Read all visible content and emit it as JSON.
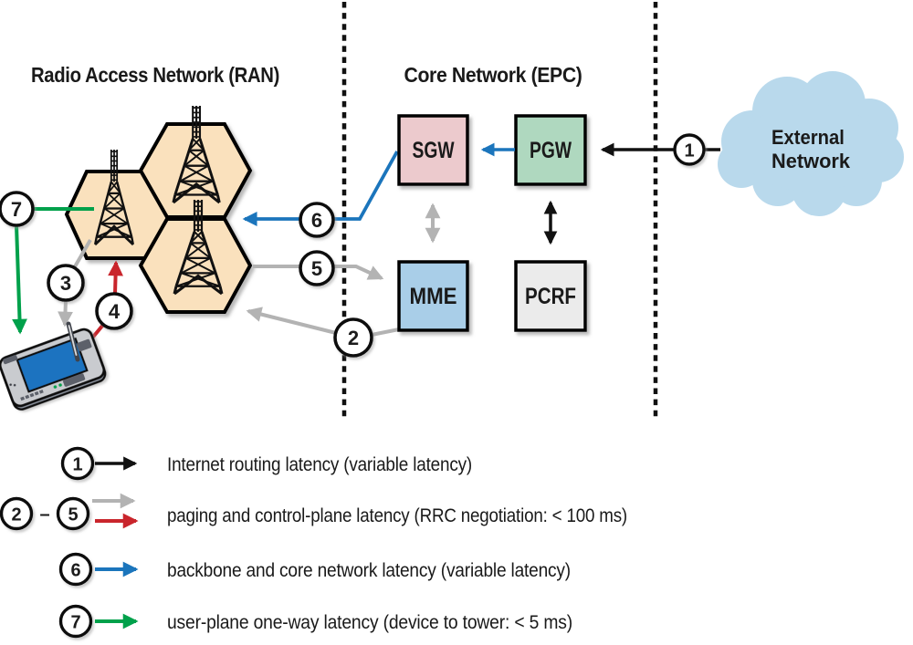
{
  "titles": {
    "ran": "Radio Access Network (RAN)",
    "core": "Core Network (EPC)"
  },
  "external_network": {
    "line1": "External",
    "line2": "Network"
  },
  "core_nodes": {
    "sgw": "SGW",
    "pgw": "PGW",
    "mme": "MME",
    "pcrf": "PCRF"
  },
  "markers": {
    "m1": "1",
    "m2": "2",
    "m3": "3",
    "m4": "4",
    "m5": "5",
    "m6": "6",
    "m7": "7"
  },
  "legend": {
    "separator": "–",
    "rows": [
      {
        "marker": "1",
        "label": "Internet routing latency (variable latency)"
      },
      {
        "marker_from": "2",
        "marker_to": "5",
        "label": "paging and control-plane latency (RRC negotiation: < 100 ms)"
      },
      {
        "marker": "6",
        "label": "backbone and core network latency (variable latency)"
      },
      {
        "marker": "7",
        "label": "user-plane one-way latency (device to tower: < 5 ms)"
      }
    ]
  },
  "colors": {
    "hexagon_fill": "#fae1bd",
    "sgw_fill": "#eccacd",
    "pgw_fill": "#afd8bf",
    "mme_fill": "#a9cee8",
    "pcrf_fill": "#ebebeb",
    "cloud_fill": "#b9d9ec",
    "device_screen": "#1e73c0",
    "gray": "#b3b3b3",
    "red": "#c9252c",
    "blue": "#1b75bc",
    "green": "#00a14b",
    "black": "#111111"
  }
}
